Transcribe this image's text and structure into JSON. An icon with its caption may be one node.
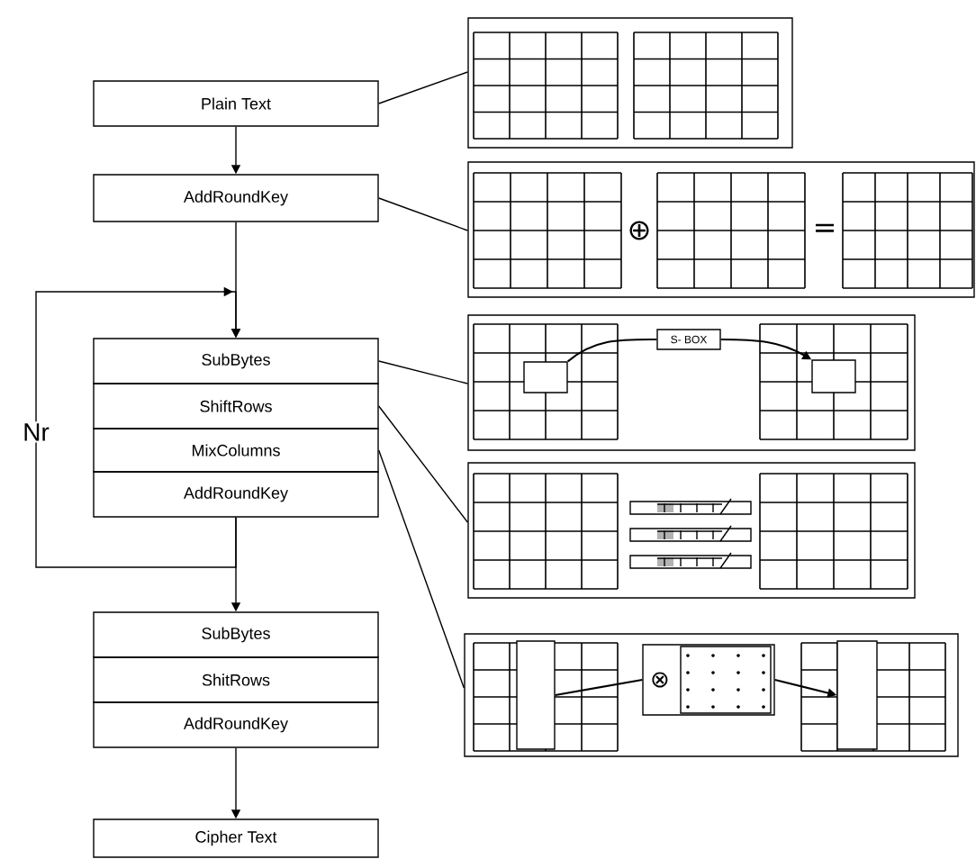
{
  "diagram": {
    "nodes": [
      {
        "text": [
          "Plain Text"
        ]
      },
      {
        "text": [
          "AddRoundKey"
        ]
      },
      {
        "text": [
          "SubBytes"
        ]
      },
      {
        "text": [
          "ShiftRows"
        ]
      },
      {
        "text": [
          "MixColumns"
        ]
      },
      {
        "text": [
          "AddRoundKey"
        ]
      },
      {
        "text": [
          "SubBytes"
        ]
      },
      {
        "text": [
          "ShitRows"
        ]
      },
      {
        "text": [
          "AddRoundKey"
        ]
      },
      {
        "text": [
          "Cipher Text"
        ]
      },
      {
        "text": [],
        "shape": "box"
      },
      {
        "text": [],
        "shape": "box"
      },
      {
        "text": [],
        "shape": "box"
      },
      {
        "text": [],
        "shape": "box"
      },
      {
        "text": [],
        "shape": "box"
      },
      {
        "text": [],
        "shape": "box",
        "in": 12
      },
      {
        "text": [
          "S- BOX"
        ],
        "in": 12
      },
      {
        "text": [],
        "shape": "box",
        "in": 12
      },
      {
        "text": [],
        "shape": "box",
        "in": 14
      },
      {
        "text": [
          "⊗"
        ],
        "in": 14
      },
      {
        "text": [],
        "shape": "box",
        "in": 14
      }
    ],
    "edges": [
      {
        "from": 0,
        "to": 1,
        "arrow": "to"
      },
      {
        "from": 1,
        "to": 2,
        "arrow": "to"
      },
      {
        "from": 5,
        "to": 2,
        "arrow": "to",
        "label": "Nr"
      },
      {
        "from": 5,
        "to": 6,
        "arrow": "to"
      },
      {
        "from": 8,
        "to": 9,
        "arrow": "to"
      },
      {
        "from": 0,
        "to": 10,
        "arrow": "none"
      },
      {
        "from": 1,
        "to": 11,
        "arrow": "none"
      },
      {
        "from": 2,
        "to": 12,
        "arrow": "none"
      },
      {
        "from": 3,
        "to": 13,
        "arrow": "none"
      },
      {
        "from": 4,
        "to": 14,
        "arrow": "none"
      },
      {
        "from": 15,
        "to": 16,
        "arrow": "none"
      },
      {
        "from": 16,
        "to": 17,
        "arrow": "to"
      },
      {
        "from": 18,
        "to": 19,
        "arrow": "none"
      },
      {
        "from": 19,
        "to": 20,
        "arrow": "to"
      }
    ],
    "labels": [
      "⊕",
      "="
    ]
  }
}
